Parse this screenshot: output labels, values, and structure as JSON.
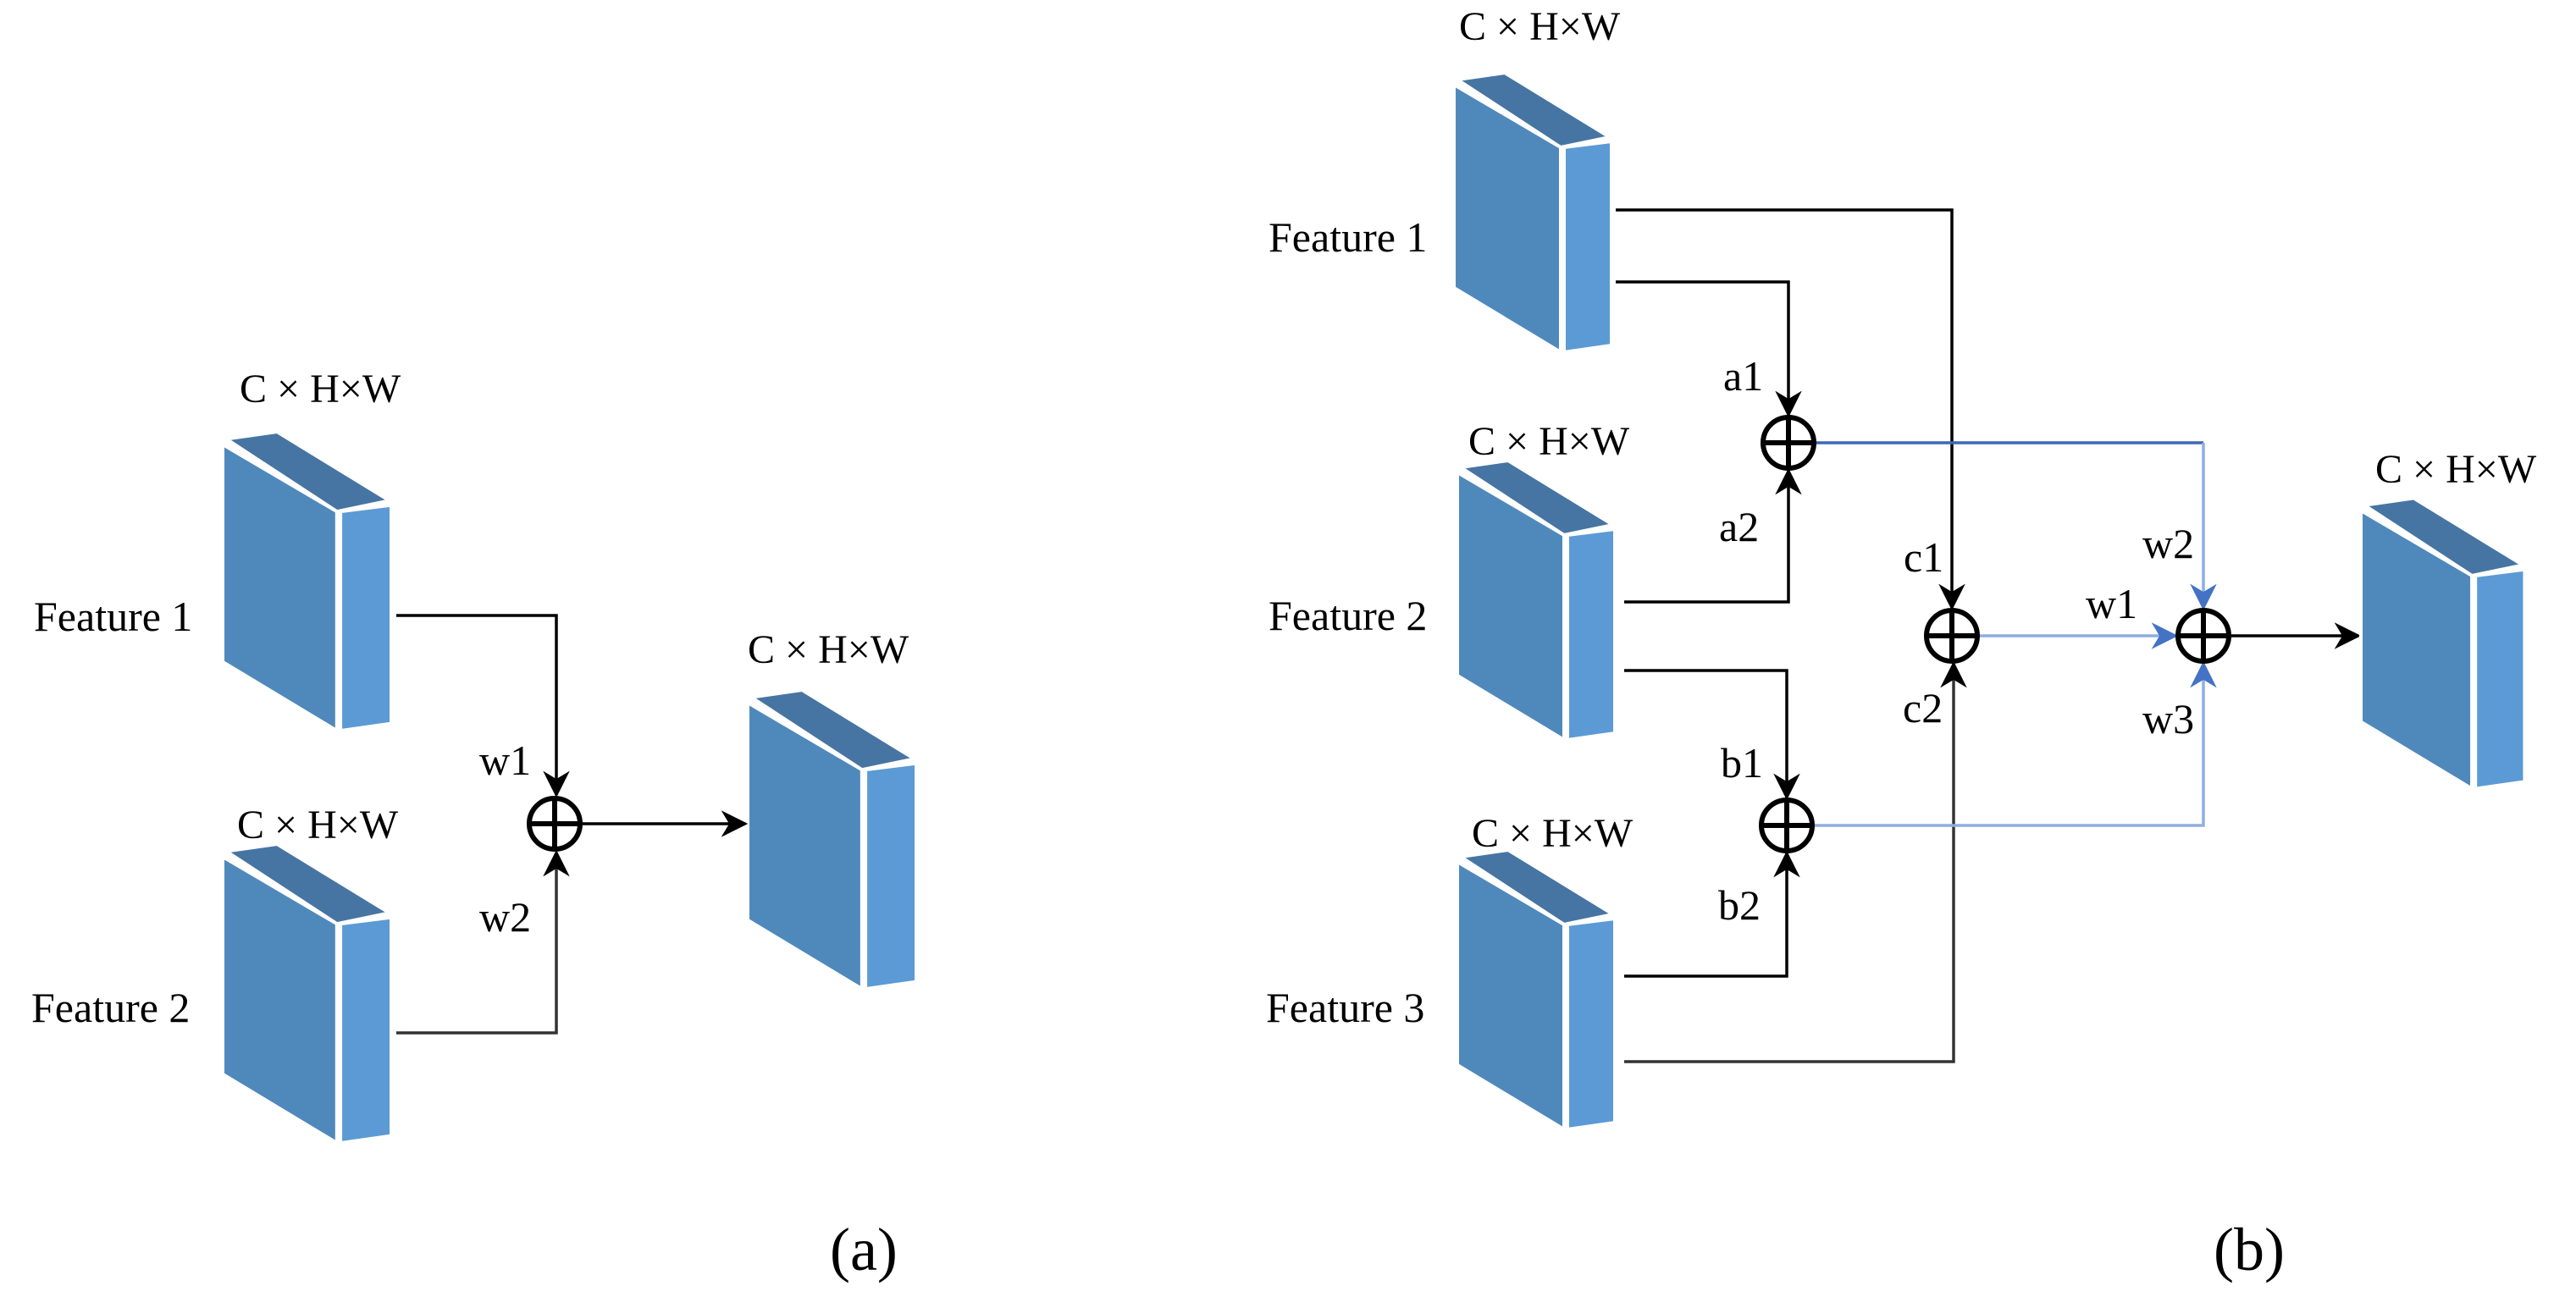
{
  "figure": {
    "colors": {
      "block_front": "#4f89bc",
      "block_top": "#4675a3",
      "block_side": "#5b9ad5",
      "line_black": "#000000",
      "line_blue_dark": "#3d67b8",
      "line_blue_light": "#8eaee0",
      "arrow_blue": "#4472c4"
    },
    "panel_a": {
      "caption": "(a)",
      "features": [
        {
          "label": "Feature 1",
          "dims": "C × H×W"
        },
        {
          "label": "Feature 2",
          "dims": "C × H×W"
        }
      ],
      "output": {
        "dims": "C × H×W"
      },
      "fusion_node": {
        "operator": "⊕",
        "weights": [
          "w1",
          "w2"
        ]
      }
    },
    "panel_b": {
      "caption": "(b)",
      "features": [
        {
          "label": "Feature 1",
          "dims": "C × H×W"
        },
        {
          "label": "Feature 2",
          "dims": "C × H×W"
        },
        {
          "label": "Feature 3",
          "dims": "C × H×W"
        }
      ],
      "output": {
        "dims": "C × H×W"
      },
      "fusion_nodes": {
        "a": {
          "operator": "⊕",
          "weights": [
            "a1",
            "a2"
          ]
        },
        "b": {
          "operator": "⊕",
          "weights": [
            "b1",
            "b2"
          ]
        },
        "c": {
          "operator": "⊕",
          "weights": [
            "c1",
            "c2"
          ]
        },
        "w": {
          "operator": "⊕",
          "weights": [
            "w1",
            "w2",
            "w3"
          ]
        }
      }
    }
  }
}
